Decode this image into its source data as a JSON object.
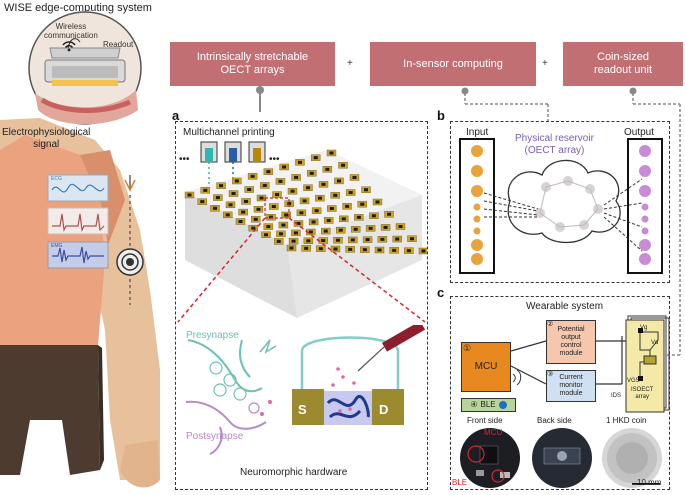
{
  "system": {
    "title": "WISE edge-computing system",
    "wireless": "Wireless\ncommunication",
    "readout": "Readout",
    "signal": "Electrophysiological\nsignal",
    "signals": [
      "ECG",
      "EMG"
    ]
  },
  "header": {
    "box1": "Intrinsically stretchable\nOECT arrays",
    "box2": "In-sensor computing",
    "box3": "Coin-sized\nreadout unit",
    "plus": "+"
  },
  "panel_a": {
    "letter": "a",
    "title": "Multichannel printing",
    "presynapse": "Presynapse",
    "postsynapse": "Postsynapse",
    "s": "S",
    "d": "D",
    "caption": "Neuromorphic hardware"
  },
  "panel_b": {
    "letter": "b",
    "input": "Input",
    "output": "Output",
    "reservoir": "Physical reservoir\n(OECT array)"
  },
  "panel_c": {
    "letter": "c",
    "title": "Wearable system",
    "mcu": "MCU",
    "mcu_num": "①",
    "potential": "Potential\noutput\ncontrol\nmodule",
    "potential_num": "②",
    "current": "Current\nmonitor\nmodule",
    "current_num": "③",
    "ble": "BLE",
    "ble_num": "④",
    "vd": "Vd",
    "vg": "Vg",
    "vgs": "VGS",
    "ids": "IDS",
    "array": "ISOECT\narray",
    "front": "Front side",
    "back": "Back side",
    "coin": "1 HKD coin",
    "mcu_tag": "MCU",
    "ble_tag": "BLE",
    "scale": "10 mm"
  },
  "colors": {
    "header_bg": "#c26f74",
    "reservoir_text": "#7b5fb3",
    "input_dot": "#e8a33d",
    "output_dot": "#c98bd6",
    "presynapse": "#6cc0b5",
    "postsynapse": "#b58bc8",
    "red_dash": "#d8242b"
  }
}
